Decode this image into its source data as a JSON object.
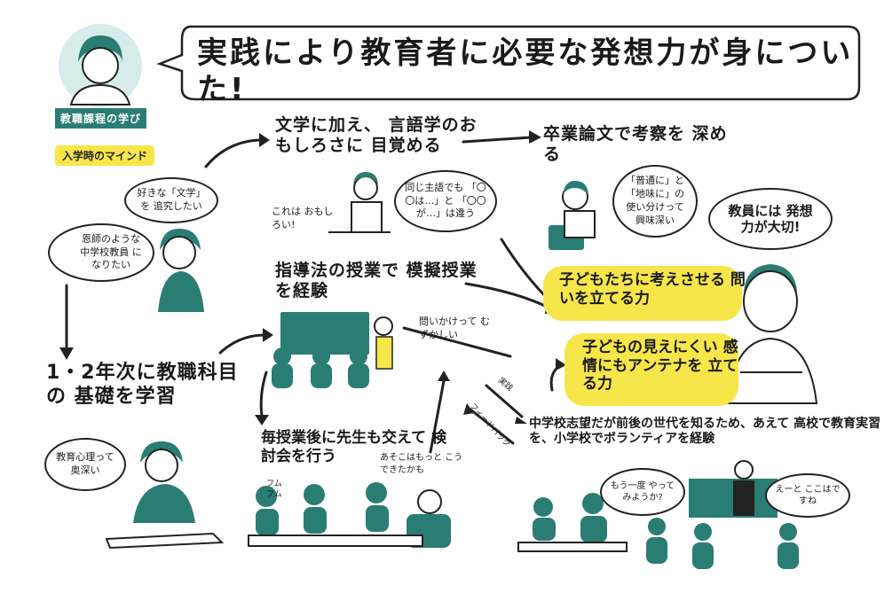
{
  "headline": "実践により教育者に必要な発想力が身についた!",
  "section_tag": "教職課程の学び",
  "mind_tag": "入学時のマインド",
  "wish1": "好きな「文学」を 追究したい",
  "wish2": "恩師のような 中学校教員 になりたい",
  "study_12": "1・2年次に教職科目の 基礎を学習",
  "psych_bubble": "教育心理って 奥深い",
  "lit_title": "文学に加え、 言語学のおもしろさに 目覚める",
  "lit_comment": "これは おもしろい!",
  "lit_bubble": "同じ主語でも 「〇〇は…」と 「〇〇が…」は違う",
  "thesis_title": "卒業論文で考察を 深める",
  "thesis_bubble": "「普通に」と 「地味に」の 使い分けって 興味深い",
  "teacher_thought": "教員には 発想力が大切!",
  "mock_title": "指導法の授業で 模擬授業を経験",
  "mock_comment": "問いかけって むずかしい",
  "review_title": "毎授業後に先生も交えて 検討会を行う",
  "review_comment": "あそこはもっと こうできたかも",
  "review_nod": "フムフム",
  "feedback_label": "フィードバック",
  "practice_label": "実践",
  "skill1": "子どもたちに考えさせる 問いを立てる力",
  "skill2": "子どもの見えにくい 感情にもアンテナを 立てる力",
  "volunteer": "中学校志望だが前後の世代を知るため、あえて 高校で教育実習を、小学校でボランティアを経験",
  "kid_bubble": "もう一度 やってみようか?",
  "hs_bubble": "えーと ここはですね",
  "colors": {
    "teal": "#2a7d72",
    "yellow": "#f7e64a",
    "ink": "#222222"
  }
}
